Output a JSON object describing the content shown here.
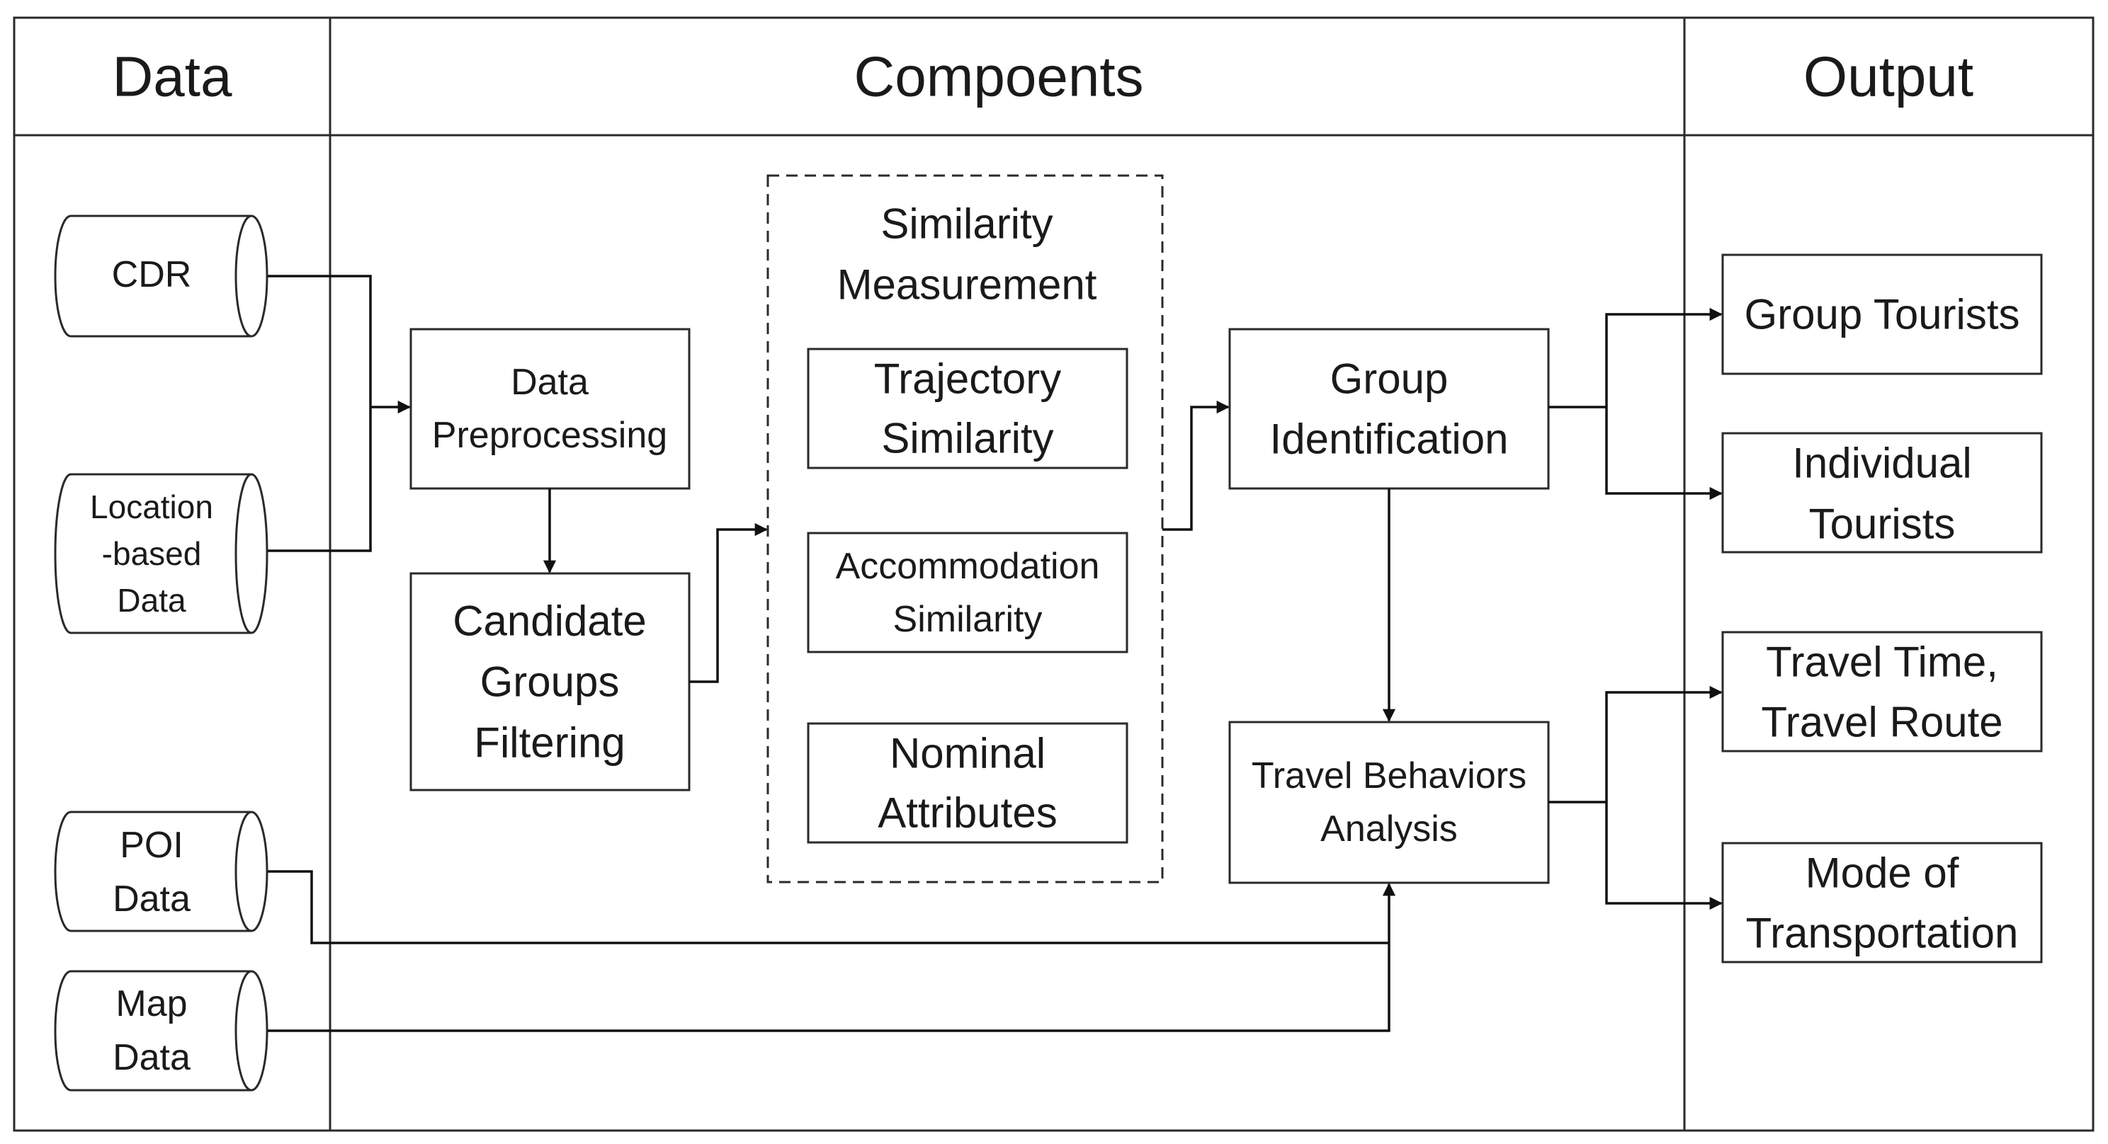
{
  "headers": {
    "data": "Data",
    "components": "Compoents",
    "output": "Output"
  },
  "data_sources": {
    "cdr": [
      "CDR"
    ],
    "location_based": [
      "Location",
      "-based",
      "Data"
    ],
    "poi": [
      "POI",
      "Data"
    ],
    "map": [
      "Map",
      "Data"
    ]
  },
  "components": {
    "data_preprocessing": [
      "Data",
      "Preprocessing"
    ],
    "candidate_groups_filtering": [
      "Candidate",
      "Groups",
      "Filtering"
    ],
    "similarity_measurement": {
      "title": [
        "Similarity",
        "Measurement"
      ],
      "trajectory": [
        "Trajectory",
        "Similarity"
      ],
      "accommodation": [
        "Accommodation",
        "Similarity"
      ],
      "nominal": [
        "Nominal",
        "Attributes"
      ]
    },
    "group_identification": [
      "Group",
      "Identification"
    ],
    "travel_behaviors": [
      "Travel Behaviors",
      "Analysis"
    ]
  },
  "outputs": {
    "group_tourists": [
      "Group Tourists"
    ],
    "individual_tourists": [
      "Individual",
      "Tourists"
    ],
    "travel_time_route": [
      "Travel Time,",
      "Travel Route"
    ],
    "mode_of_transportation": [
      "Mode of",
      "Transportation"
    ]
  }
}
